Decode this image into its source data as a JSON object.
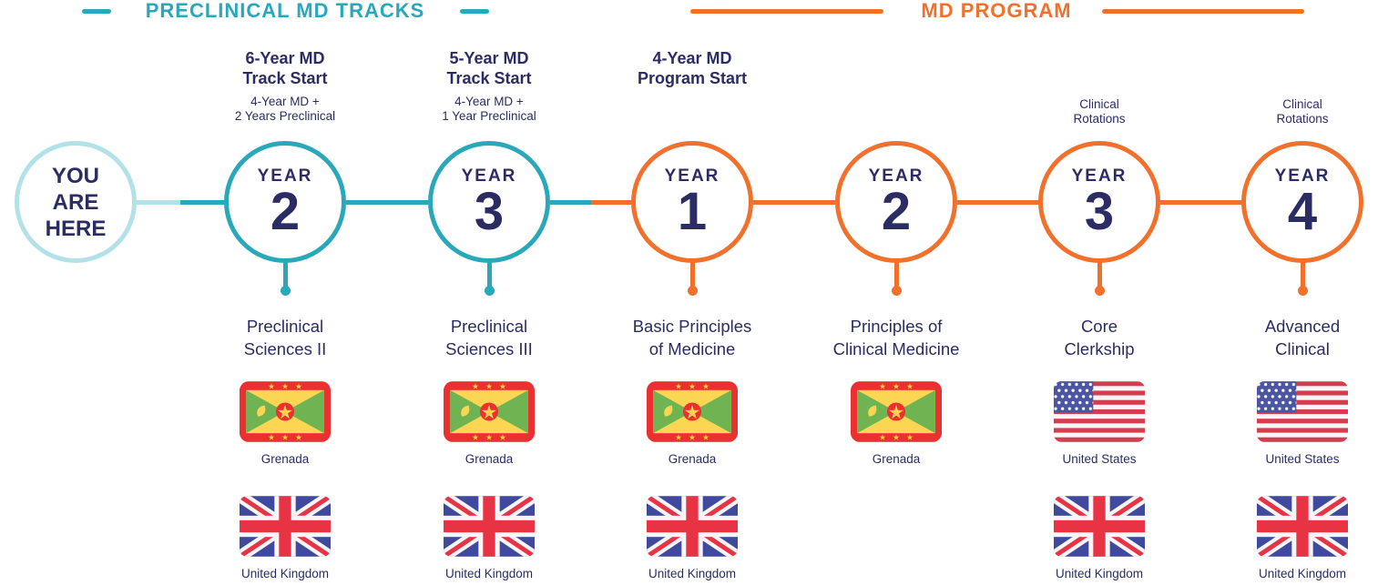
{
  "colors": {
    "teal": "#29A8BC",
    "teal_light": "#B2E1E8",
    "orange": "#F1702C",
    "navy": "#2B2C63"
  },
  "headers": {
    "preclinical": "PRECLINICAL MD TRACKS",
    "md_program": "MD PROGRAM"
  },
  "start": {
    "line1": "YOU",
    "line2": "ARE",
    "line3": "HERE"
  },
  "nodes": [
    {
      "year_word": "YEAR",
      "year_number": "2",
      "title1": "6-Year MD",
      "title2": "Track Start",
      "sub1": "4-Year MD +",
      "sub2": "2 Years Preclinical",
      "caption1": "Preclinical",
      "caption2": "Sciences II",
      "flag1": "Grenada",
      "flag2": "United Kingdom"
    },
    {
      "year_word": "YEAR",
      "year_number": "3",
      "title1": "5-Year MD",
      "title2": "Track Start",
      "sub1": "4-Year MD +",
      "sub2": "1 Year Preclinical",
      "caption1": "Preclinical",
      "caption2": "Sciences III",
      "flag1": "Grenada",
      "flag2": "United Kingdom"
    },
    {
      "year_word": "YEAR",
      "year_number": "1",
      "title1": "4-Year MD",
      "title2": "Program Start",
      "caption1": "Basic Principles",
      "caption2": "of Medicine",
      "flag1": "Grenada",
      "flag2": "United Kingdom"
    },
    {
      "year_word": "YEAR",
      "year_number": "2",
      "caption1": "Principles of",
      "caption2": "Clinical Medicine",
      "flag1": "Grenada"
    },
    {
      "year_word": "YEAR",
      "year_number": "3",
      "toplabel1": "Clinical",
      "toplabel2": "Rotations",
      "caption1": "Core",
      "caption2": "Clerkship",
      "flag1": "United States",
      "flag2": "United Kingdom"
    },
    {
      "year_word": "YEAR",
      "year_number": "4",
      "toplabel1": "Clinical",
      "toplabel2": "Rotations",
      "caption1": "Advanced",
      "caption2": "Clinical",
      "flag1": "United States",
      "flag2": "United Kingdom"
    }
  ]
}
